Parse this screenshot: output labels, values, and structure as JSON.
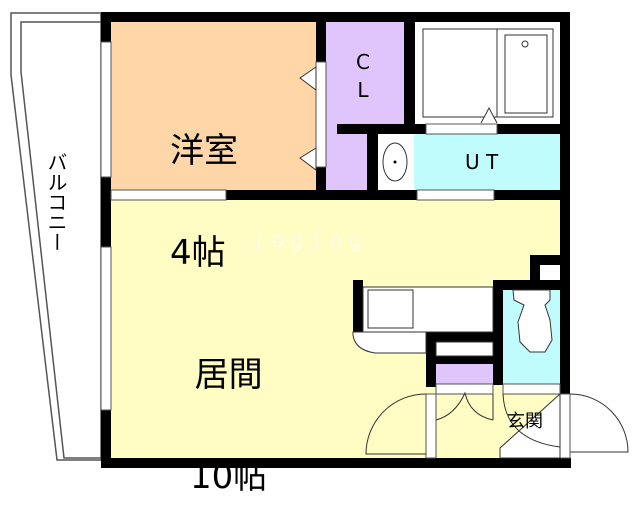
{
  "floorplan": {
    "rooms": {
      "western_room": {
        "name": "洋室",
        "size": "4帖",
        "color": "#FFD6A8"
      },
      "closet": {
        "name": "C\nL",
        "color": "#E0C4FC"
      },
      "bath": {
        "name": "",
        "color": "#FFFFFF"
      },
      "utility": {
        "name": "U T",
        "color": "#C0FCFC"
      },
      "living": {
        "name": "居間",
        "size": "10帖",
        "color": "#FFFCC4"
      },
      "toilet": {
        "name": "",
        "color": "#C0FCFC"
      },
      "entrance": {
        "name": "玄関",
        "color": "#FFFCC4"
      },
      "shoe_closet": {
        "name": "",
        "color": "#E0C4FC"
      }
    },
    "balcony": {
      "name": "バルコニー"
    },
    "watermark": "jogjog",
    "colors": {
      "wall": "#000000",
      "outline": "#555555",
      "background": "#FFFFFF"
    }
  }
}
